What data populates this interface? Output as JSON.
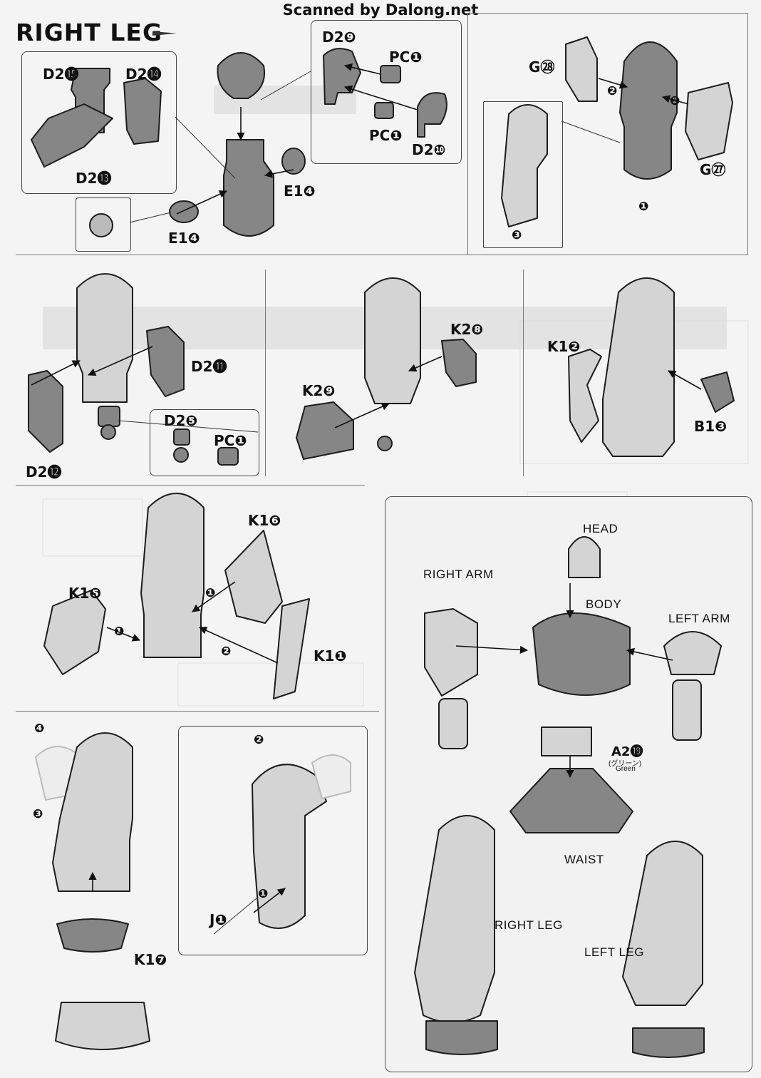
{
  "header": {
    "scan_credit": "Scanned by Dalong.net",
    "title": "RIGHT LEG"
  },
  "steps": {
    "s1": {
      "a": "D2⓯",
      "b": "D2⓮",
      "c": "D2⓭",
      "d": "E1❹",
      "e": "E1❹"
    },
    "s2": {
      "a": "D2❾",
      "b": "PC❶",
      "c": "PC❶",
      "d": "D2❿"
    },
    "s3": {
      "a": "G㉘",
      "b": "G㉗",
      "n1": "❶",
      "n2a": "❷",
      "n2b": "❷",
      "n3": "❸"
    },
    "s4": {
      "a": "D2⓫",
      "b": "D2⓬",
      "c": "D2❺",
      "d": "PC❶"
    },
    "s5": {
      "a": "K2❽",
      "b": "K2❾"
    },
    "s6": {
      "a": "K1❷",
      "b": "B1❸"
    },
    "s7": {
      "a": "K1❻",
      "b": "K1❺",
      "c": "K1❶",
      "n1a": "❶",
      "n1b": "❶",
      "n2": "❷"
    },
    "s8": {
      "a": "K1❼",
      "b": "J❶",
      "n4": "❹",
      "n3": "❸",
      "n2": "❷",
      "n1": "❶"
    },
    "assembly": {
      "head": "HEAD",
      "right_arm": "RIGHT ARM",
      "body": "BODY",
      "left_arm": "LEFT ARM",
      "part": "A2⓳",
      "part_jp": "(グリーン)",
      "part_en": "Green",
      "waist": "WAIST",
      "right_leg": "RIGHT LEG",
      "left_leg": "LEFT LEG"
    }
  },
  "colors": {
    "part_gray": "#858585",
    "part_light": "#d4d4d4",
    "line": "#222222"
  }
}
